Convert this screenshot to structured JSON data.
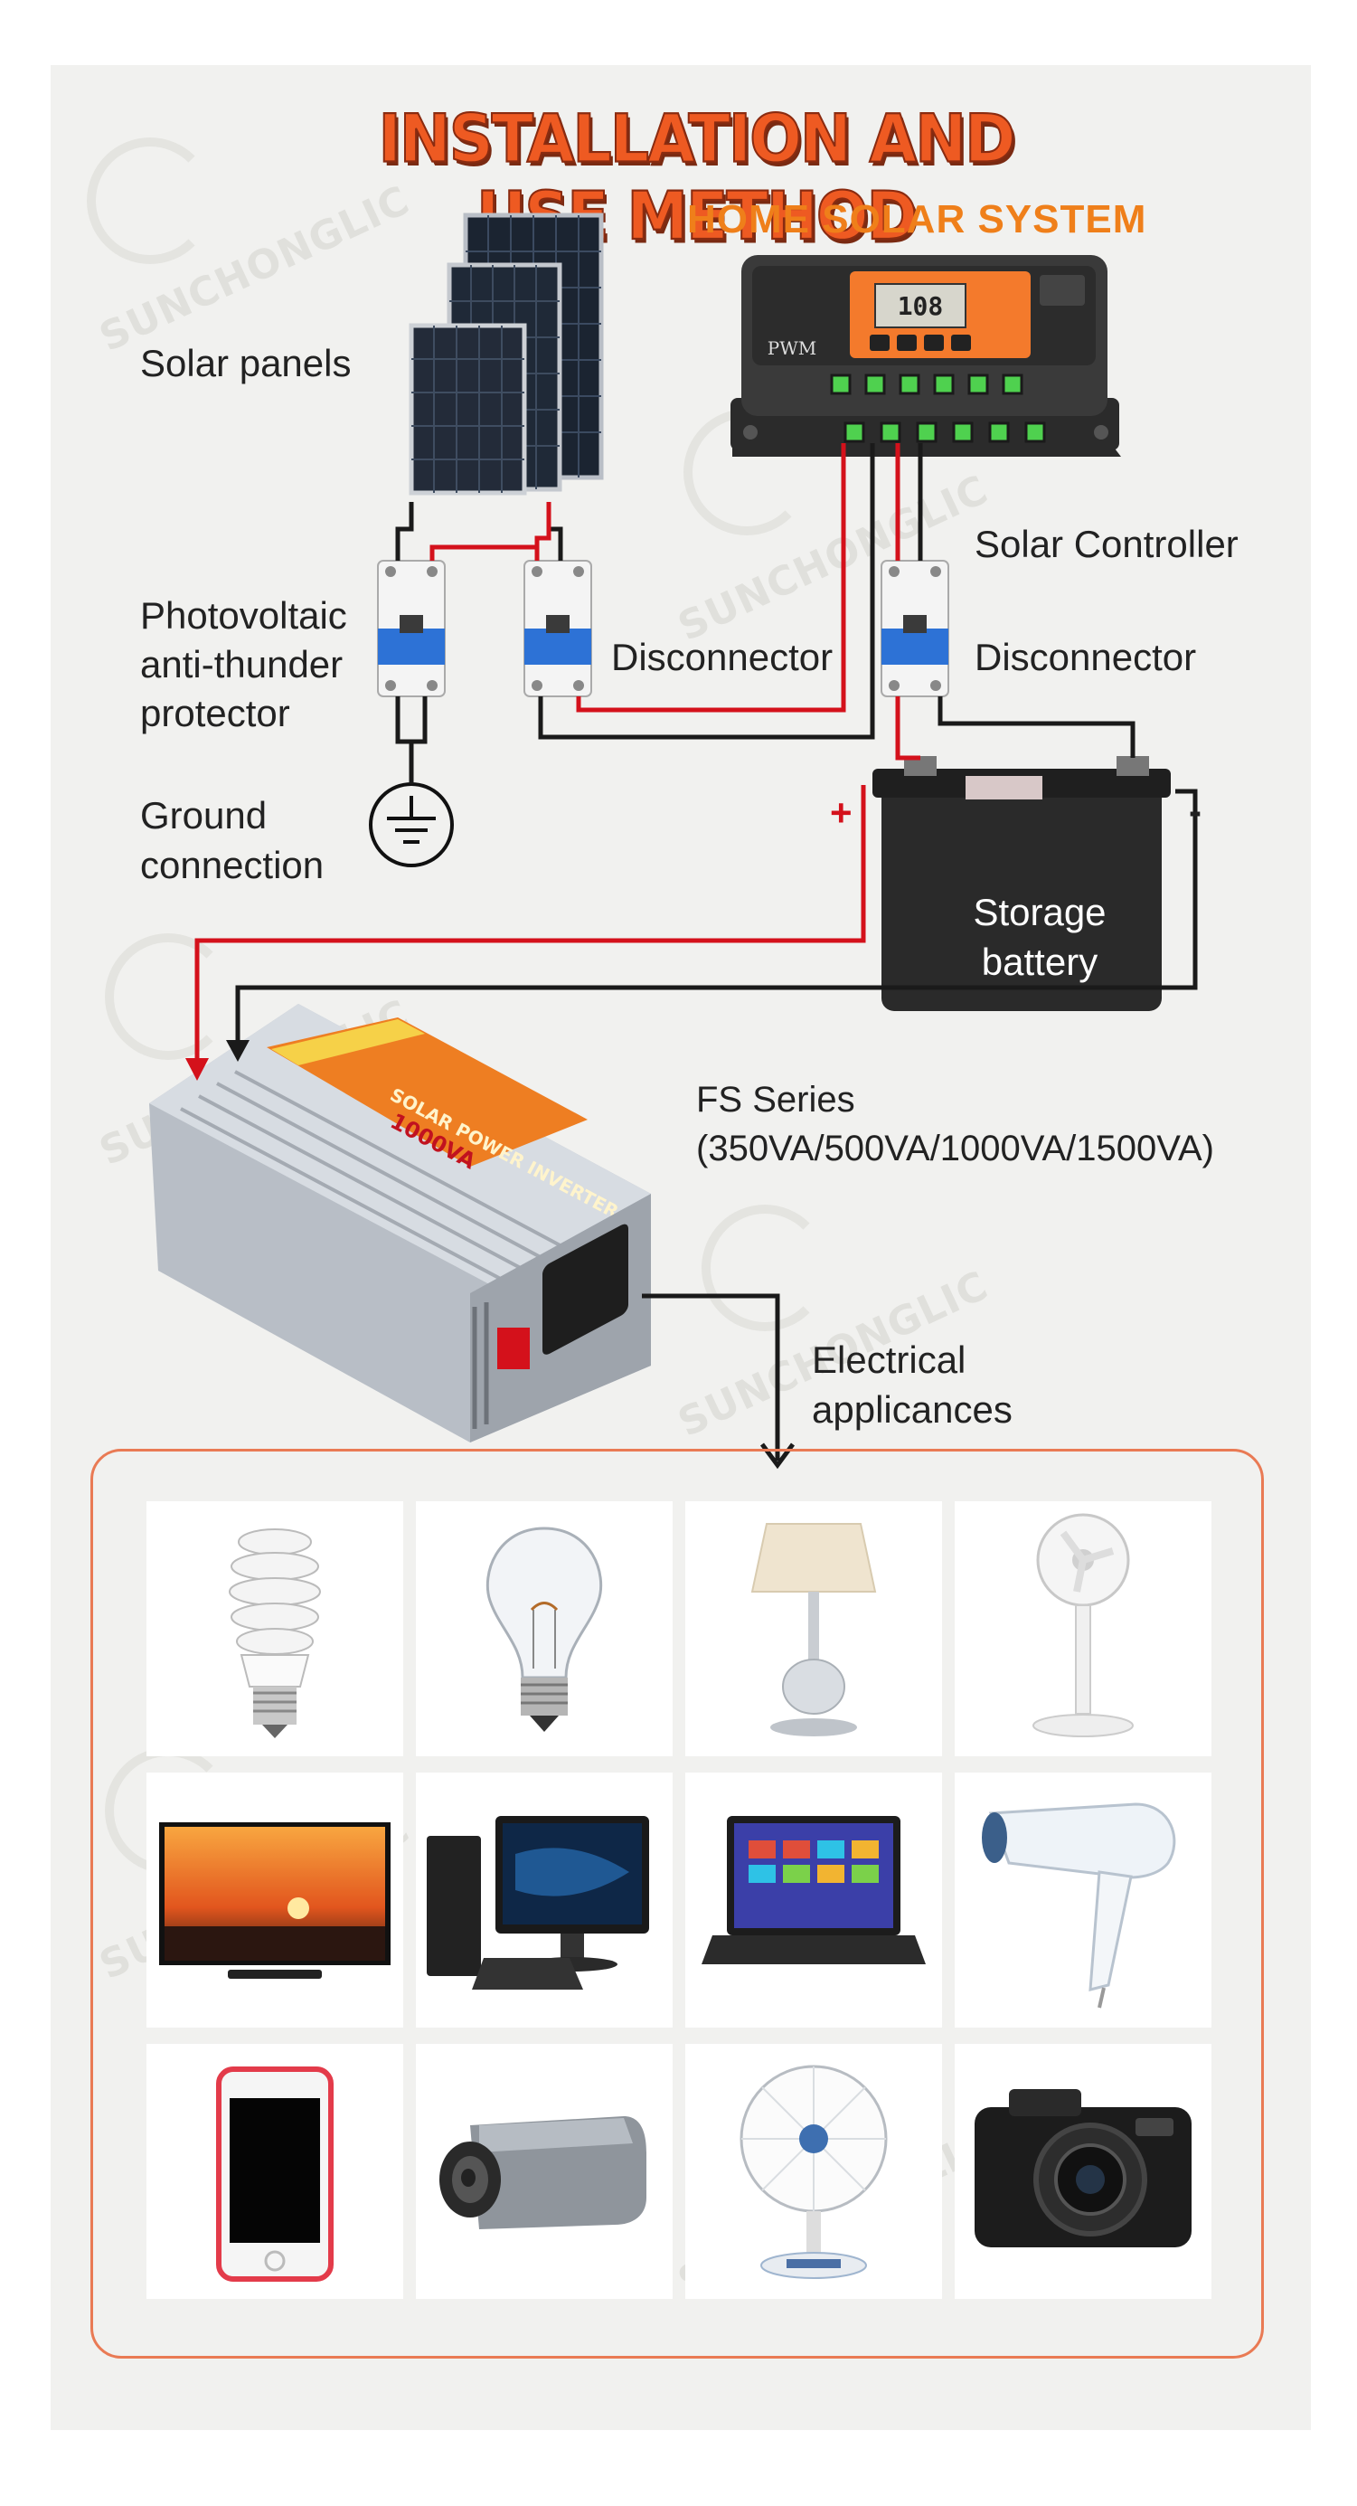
{
  "header": {
    "title": "INSTALLATION AND USE METHOD",
    "subtitle": "HOME SOLAR SYSTEM"
  },
  "watermark": {
    "brand": "SUNCHONGLIC"
  },
  "labels": {
    "solar_panels": "Solar panels",
    "pv_protector": [
      "Photovoltaic",
      "anti-thunder",
      "protector"
    ],
    "disconnector_left": "Disconnector",
    "solar_controller": "Solar Controller",
    "disconnector_right": "Disconnector",
    "ground_connection": [
      "Ground",
      "connection"
    ],
    "storage_battery": [
      "Storage",
      "battery"
    ],
    "battery_plus": "+",
    "battery_minus": "-",
    "inverter_series": [
      "FS Series",
      "(350VA/500VA/1000VA/1500VA)"
    ],
    "electrical_appliances": [
      "Electrical",
      "applicances"
    ]
  },
  "controller": {
    "display": "108",
    "badge": "PWM"
  },
  "inverter": {
    "product_text": "SOLAR POWER INVERTER",
    "rating": "1000VA"
  },
  "colors": {
    "accent": "#ef7f1a",
    "title_red": "#ee5a22",
    "wire_red": "#d4111b",
    "wire_black": "#1a1a1a",
    "frame": "#e97a54"
  },
  "appliances": [
    {
      "icon": "cfl-bulb-icon"
    },
    {
      "icon": "incandescent-bulb-icon"
    },
    {
      "icon": "table-lamp-icon"
    },
    {
      "icon": "standing-fan-icon"
    },
    {
      "icon": "television-icon"
    },
    {
      "icon": "desktop-computer-icon"
    },
    {
      "icon": "laptop-icon"
    },
    {
      "icon": "hair-dryer-icon"
    },
    {
      "icon": "smartphone-icon"
    },
    {
      "icon": "camcorder-icon"
    },
    {
      "icon": "desk-fan-icon"
    },
    {
      "icon": "digital-camera-icon"
    }
  ]
}
